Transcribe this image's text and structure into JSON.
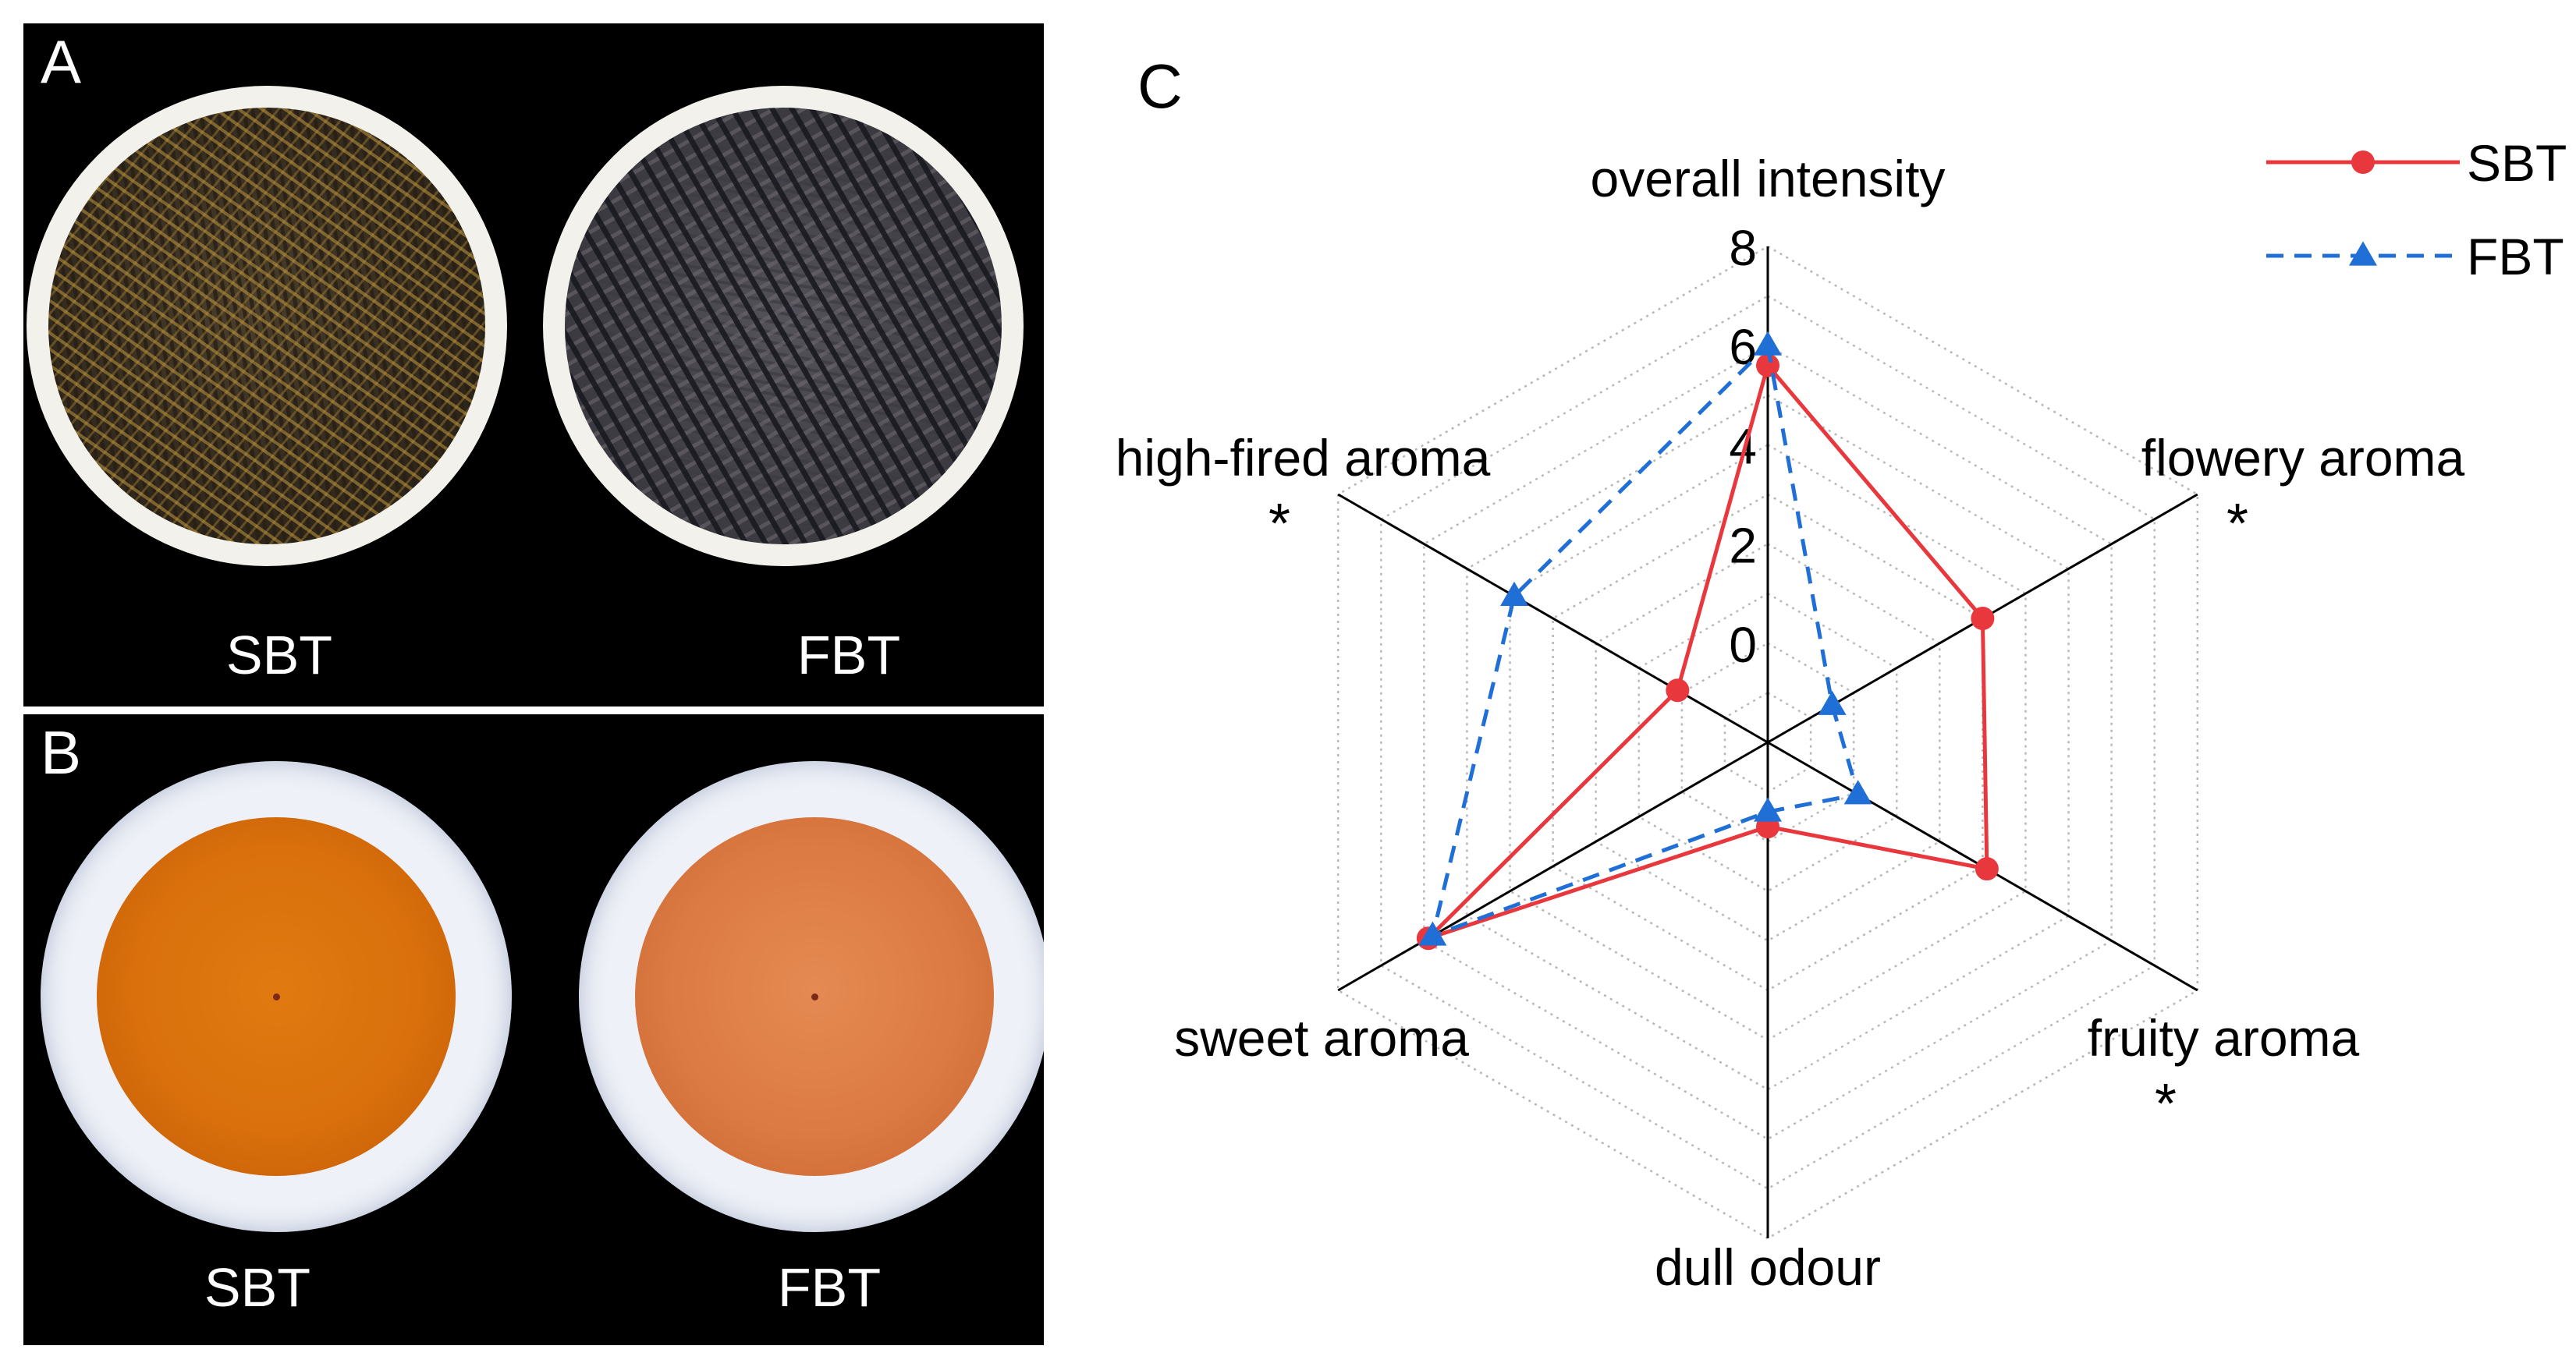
{
  "panels": {
    "a": {
      "letter": "A",
      "left_label": "SBT",
      "right_label": "FBT"
    },
    "b": {
      "letter": "B",
      "left_label": "SBT",
      "right_label": "FBT"
    }
  },
  "chart_data": {
    "type": "radar",
    "panel_letter": "C",
    "axes": [
      "overall intensity",
      "flowery aroma",
      "fruity aroma",
      "dull odour",
      "sweet aroma",
      "high-fired aroma"
    ],
    "radial_ticks": [
      "0",
      "2",
      "4",
      "6",
      "8"
    ],
    "rlim": [
      -2,
      8
    ],
    "significance": [
      "",
      "*",
      "*",
      "",
      "",
      "*"
    ],
    "series": [
      {
        "name": "SBT",
        "values": [
          5.6,
          3.0,
          3.1,
          -0.3,
          5.9,
          0.1
        ],
        "color": "#e8383d",
        "marker": "circle",
        "line": "solid"
      },
      {
        "name": "FBT",
        "values": [
          6.0,
          -0.5,
          0.1,
          -0.6,
          5.8,
          3.9
        ],
        "color": "#1f6fd6",
        "marker": "triangle",
        "line": "dashed"
      }
    ],
    "legend_position": "top-right",
    "grid": "dotted hexagons"
  }
}
